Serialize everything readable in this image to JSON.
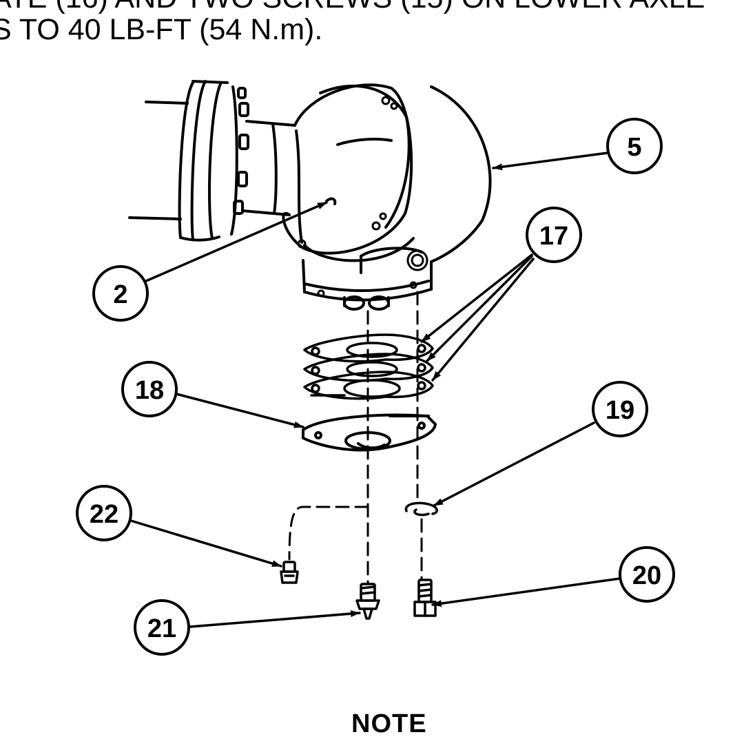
{
  "instructions": {
    "line1": "ATE (16) AND TWO SCREWS (15) ON LOWER AXLE",
    "line2": "S TO 40 LB-FT (54 N.m)."
  },
  "callouts": {
    "c2": "2",
    "c5": "5",
    "c17": "17",
    "c18": "18",
    "c19": "19",
    "c20": "20",
    "c21": "21",
    "c22": "22"
  },
  "note_heading": "NOTE"
}
